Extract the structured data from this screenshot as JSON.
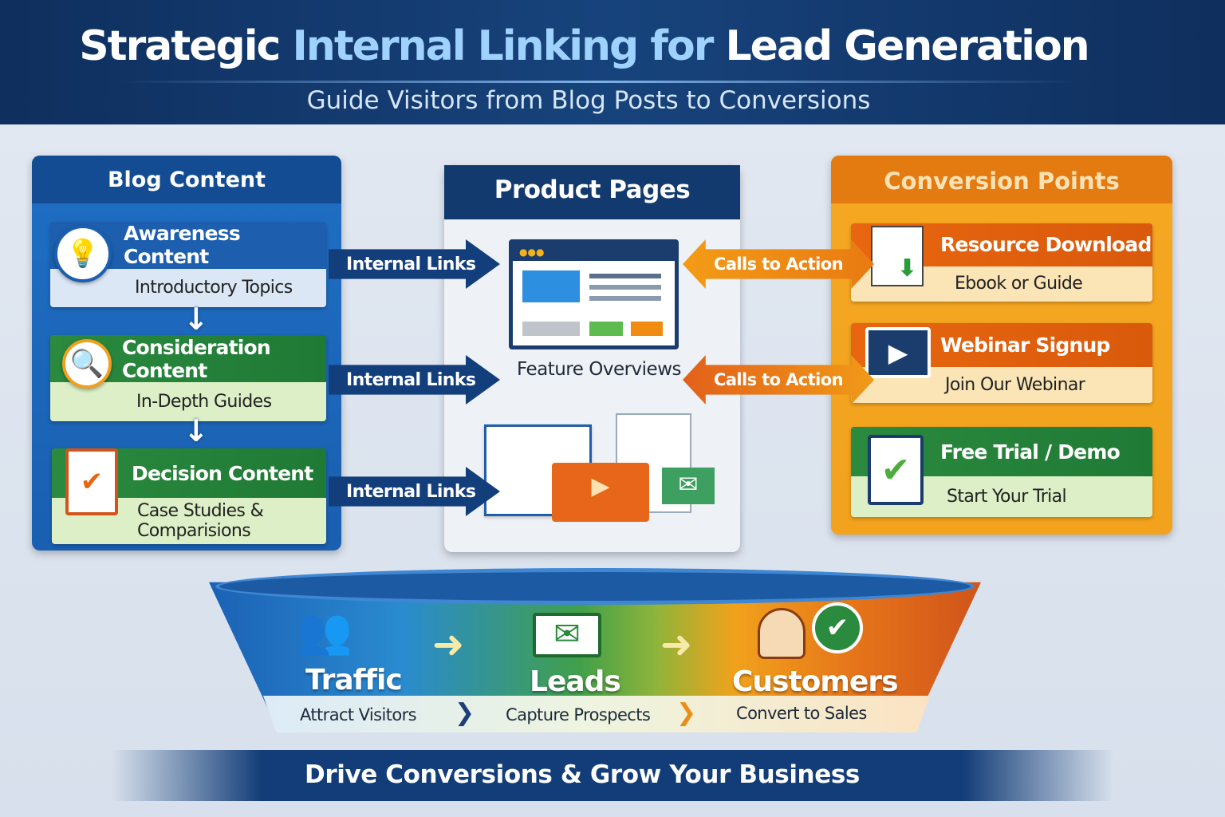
{
  "header": {
    "title_part1": "Strategic",
    "title_part2": "Internal Linking for",
    "title_part3": "Lead Generation",
    "subtitle": "Guide Visitors from Blog Posts to Conversions"
  },
  "blog": {
    "title": "Blog Content",
    "cards": [
      {
        "title": "Awareness Content",
        "subtitle": "Introductory Topics",
        "icon": "lightbulb-icon"
      },
      {
        "title": "Consideration Content",
        "subtitle": "In-Depth Guides",
        "icon": "magnifier-icon"
      },
      {
        "title": "Decision Content",
        "subtitle": "Case Studies & Comparisions",
        "icon": "clipboard-check-icon"
      }
    ],
    "down_arrow": "↓"
  },
  "links": [
    "Internal Links",
    "Internal Links",
    "Internal Links"
  ],
  "product": {
    "title": "Product Pages",
    "caption": "Feature Overviews"
  },
  "cta": [
    "Calls to Action",
    "Calls to Action"
  ],
  "conversion": {
    "title": "Conversion Points",
    "cards": [
      {
        "title": "Resource Download",
        "subtitle": "Ebook or Guide",
        "icon": "document-download-icon"
      },
      {
        "title": "Webinar Signup",
        "subtitle": "Join Our Webinar",
        "icon": "video-monitor-icon"
      },
      {
        "title": "Free Trial / Demo",
        "subtitle": "Start Your Trial",
        "icon": "clipboard-check-icon"
      }
    ]
  },
  "funnel": {
    "stages": [
      {
        "label": "Traffic",
        "subtitle": "Attract Visitors",
        "icon": "people-icon"
      },
      {
        "label": "Leads",
        "subtitle": "Capture Prospects",
        "icon": "envelope-icon"
      },
      {
        "label": "Customers",
        "subtitle": "Convert to Sales",
        "icon": "customer-check-icon"
      }
    ],
    "arrow": "➜",
    "chevron": "❯"
  },
  "footer": {
    "text": "Drive Conversions & Grow Your Business"
  },
  "colors": {
    "navy": "#133a6e",
    "blue": "#1f6fc4",
    "green": "#2b8a3e",
    "orange": "#e8660f",
    "amber": "#f2a21c"
  }
}
